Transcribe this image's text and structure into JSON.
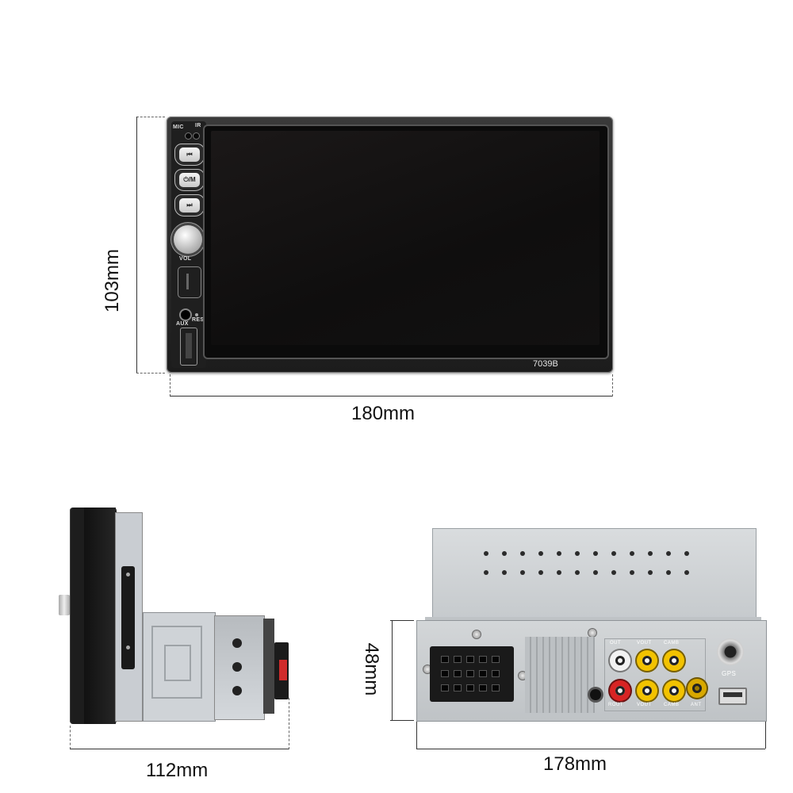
{
  "front_view": {
    "model": "7039B",
    "panel_labels": {
      "mic": "MIC",
      "ir": "IR",
      "power_mode": "⏻/M",
      "vol": "VOL",
      "aux": "AUX",
      "res": "RES"
    },
    "width_dimension": "180mm",
    "height_dimension": "103mm"
  },
  "side_view": {
    "depth_dimension": "112mm"
  },
  "rear_view": {
    "width_dimension": "178mm",
    "height_dimension": "48mm",
    "port_labels": {
      "gps": "GPS",
      "ant": "ANT",
      "rca_top": [
        "OUT",
        "VOUT",
        "CAMB"
      ],
      "rca_bottom": [
        "ROUT",
        "VOUT",
        "CAMB"
      ]
    },
    "rca_colors": {
      "white": "#f2f2f2",
      "yellow": "#f2c200",
      "red": "#d82424"
    }
  }
}
